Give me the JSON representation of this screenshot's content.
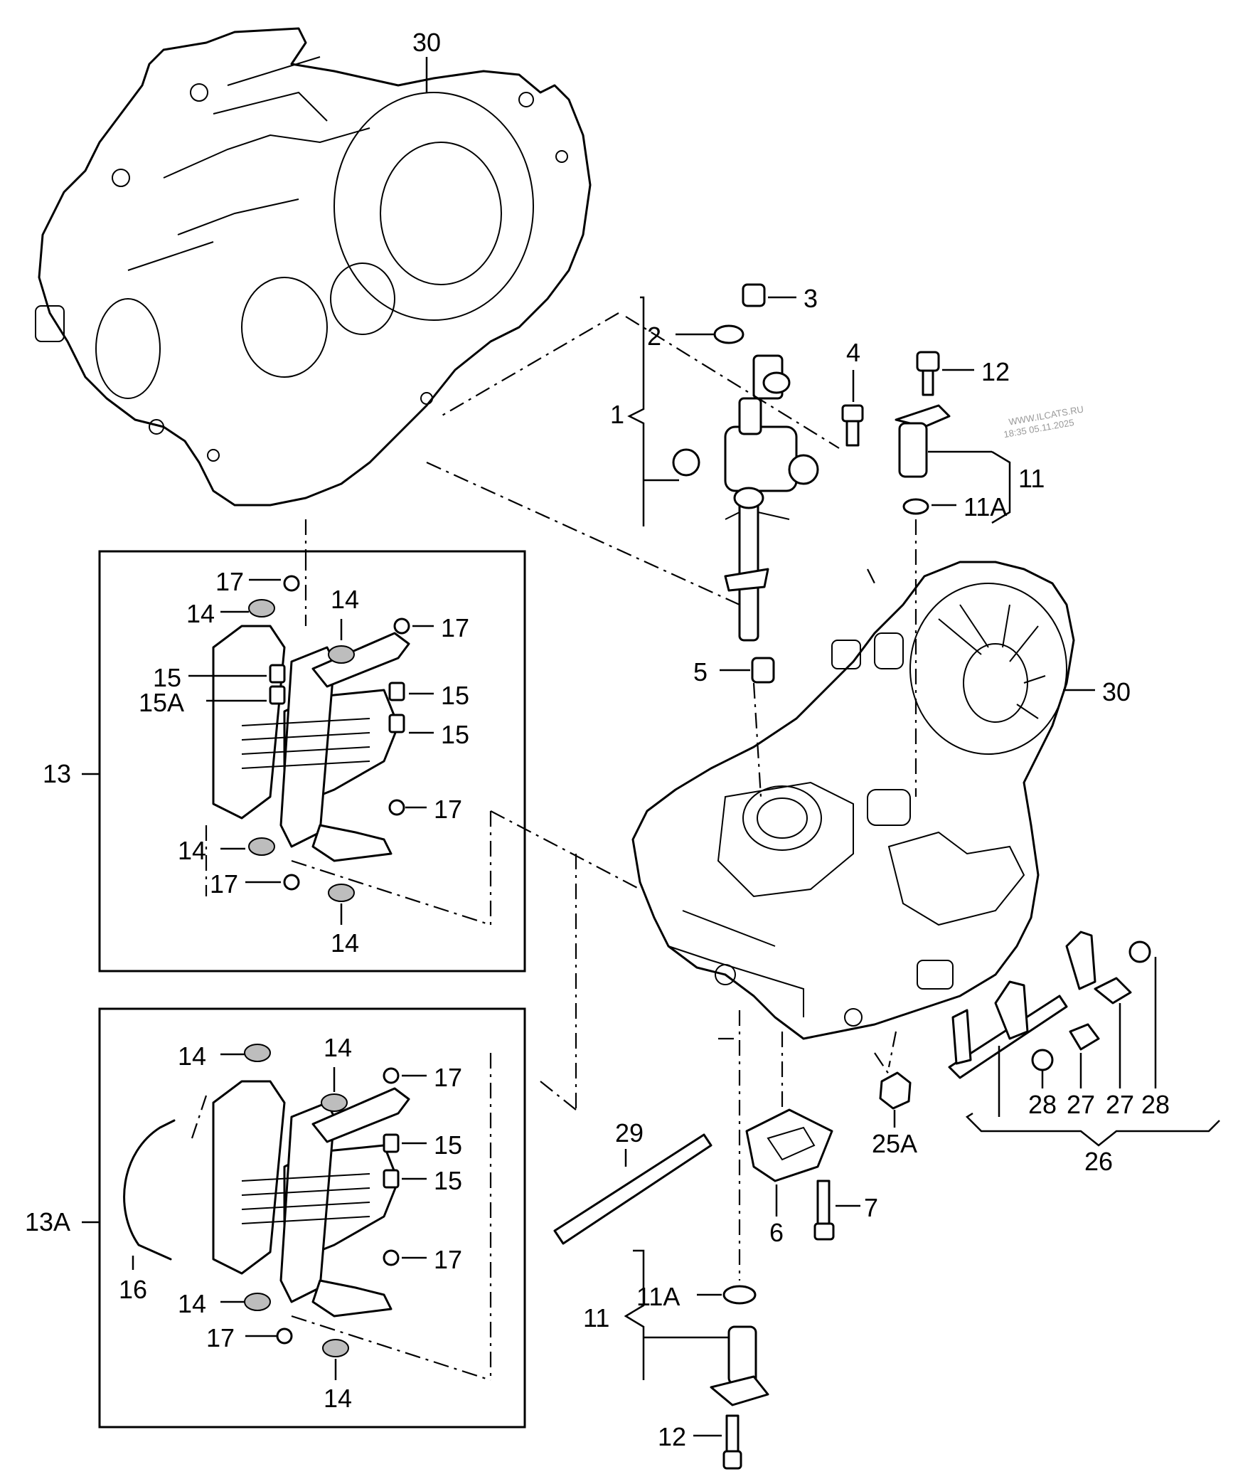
{
  "watermark": {
    "line1": "WWW.ILCATS.RU",
    "line2": "18:35 05.11.2025"
  },
  "callouts": {
    "c30_top": "30",
    "c30_right": "30",
    "c1": "1",
    "c2": "2",
    "c3": "3",
    "c4": "4",
    "c5": "5",
    "c6": "6",
    "c7": "7",
    "c11_top": "11",
    "c11a_top": "11A",
    "c12_top": "12",
    "c11_bot": "11",
    "c11a_bot": "11A",
    "c12_bot": "12",
    "c13": "13",
    "c13a": "13A",
    "c14_a": "14",
    "c14_b": "14",
    "c14_c": "14",
    "c14_d": "14",
    "c14_e": "14",
    "c14_f": "14",
    "c14_g": "14",
    "c14_h": "14",
    "c15_a": "15",
    "c15a": "15A",
    "c15_b": "15",
    "c15_c": "15",
    "c15_d": "15",
    "c15_e": "15",
    "c16": "16",
    "c17_a": "17",
    "c17_b": "17",
    "c17_c": "17",
    "c17_d": "17",
    "c17_e": "17",
    "c17_f": "17",
    "c17_g": "17",
    "c25a": "25A",
    "c26": "26",
    "c27_a": "27",
    "c27_b": "27",
    "c28_a": "28",
    "c28_b": "28",
    "c29": "29"
  }
}
